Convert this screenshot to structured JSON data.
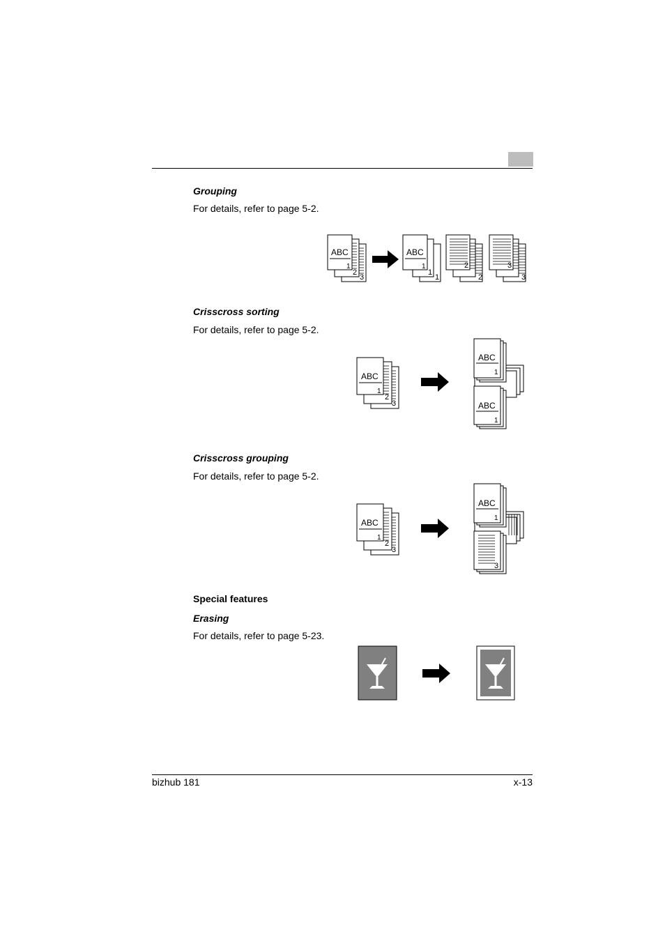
{
  "header": {
    "tab_color": "#bdbdbd"
  },
  "sections": [
    {
      "heading": "Grouping",
      "text": "For details, refer to page 5-2."
    },
    {
      "heading": "Crisscross sorting",
      "text": "For details, refer to page 5-2."
    },
    {
      "heading": "Crisscross grouping",
      "text": "For details, refer to page 5-2."
    },
    {
      "heading": "Erasing",
      "text": "For details, refer to page 5-23."
    }
  ],
  "special_features_heading": "Special features",
  "illustration": {
    "doc_label": "ABC",
    "page_numbers": [
      "1",
      "2",
      "3"
    ],
    "erase_bg_color": "#808080"
  },
  "footer": {
    "left": "bizhub 181",
    "right": "x-13"
  }
}
